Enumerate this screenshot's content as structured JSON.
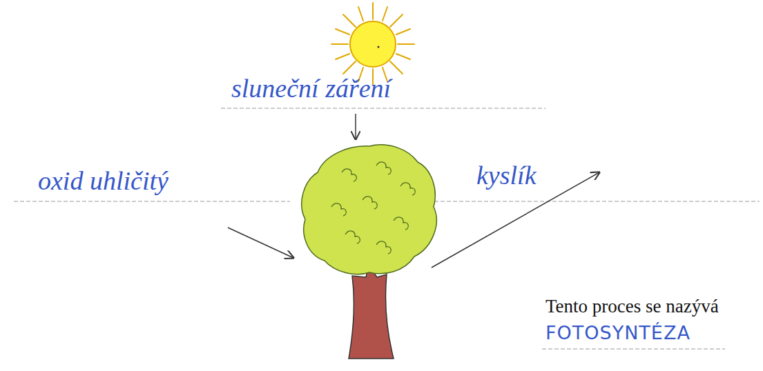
{
  "diagram": {
    "labels": [
      "sluneční záření",
      "oxid uhličitý",
      "kyslík",
      "Tento proces se nazývá",
      "FOTOSYNTÉZA"
    ]
  }
}
